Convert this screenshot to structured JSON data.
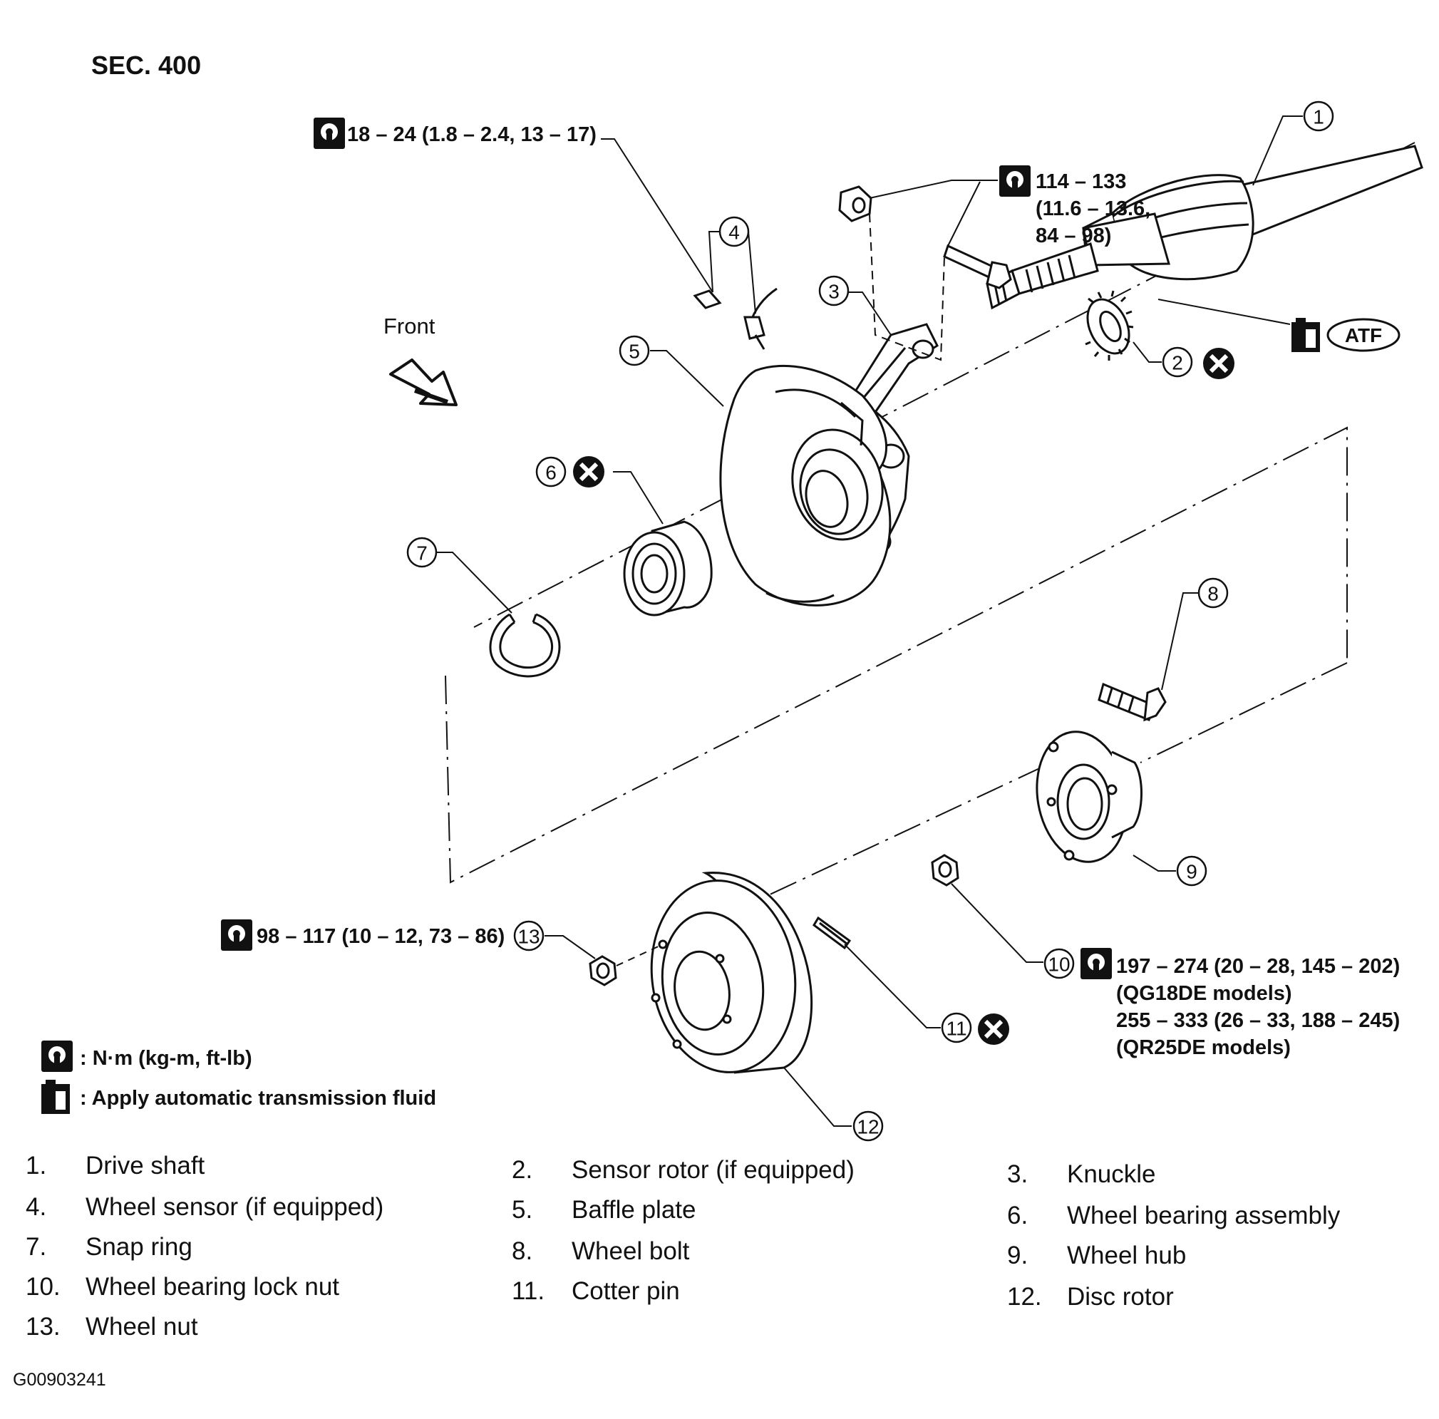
{
  "section_label": "SEC. 400",
  "front_label": "Front",
  "atf_label": "ATF",
  "callouts": [
    "1",
    "2",
    "3",
    "4",
    "5",
    "6",
    "7",
    "8",
    "9",
    "10",
    "11",
    "12",
    "13"
  ],
  "torque_specs": {
    "wheel_sensor_bolt": "18 – 24 (1.8 – 2.4, 13 – 17)",
    "knuckle_nut_line1": "114 – 133",
    "knuckle_nut_line2": "(11.6 – 13.6,",
    "knuckle_nut_line3": "84 – 98)",
    "wheel_nut": "98 – 117 (10 – 12, 73 – 86)",
    "lock_nut_line1": "197 – 274 (20 – 28, 145 – 202)",
    "lock_nut_line2": "(QG18DE models)",
    "lock_nut_line3": "255 – 333 (26 – 33, 188 – 245)",
    "lock_nut_line4": "(QR25DE models)"
  },
  "legend": {
    "torque_unit": ": N·m (kg-m, ft-lb)",
    "atf_note": ": Apply automatic transmission fluid"
  },
  "parts": [
    {
      "num": "1.",
      "name": "Drive shaft"
    },
    {
      "num": "2.",
      "name": "Sensor rotor (if equipped)"
    },
    {
      "num": "3.",
      "name": "Knuckle"
    },
    {
      "num": "4.",
      "name": "Wheel sensor (if equipped)"
    },
    {
      "num": "5.",
      "name": "Baffle plate"
    },
    {
      "num": "6.",
      "name": "Wheel bearing assembly"
    },
    {
      "num": "7.",
      "name": "Snap ring"
    },
    {
      "num": "8.",
      "name": "Wheel bolt"
    },
    {
      "num": "9.",
      "name": "Wheel hub"
    },
    {
      "num": "10.",
      "name": "Wheel bearing lock nut"
    },
    {
      "num": "11.",
      "name": "Cotter pin"
    },
    {
      "num": "12.",
      "name": "Disc rotor"
    },
    {
      "num": "13.",
      "name": "Wheel nut"
    }
  ],
  "figure_id": "G00903241",
  "icons": [
    "torque-wrench-icon",
    "fluid-can-icon",
    "do-not-reuse-icon",
    "front-direction-arrow-icon"
  ]
}
